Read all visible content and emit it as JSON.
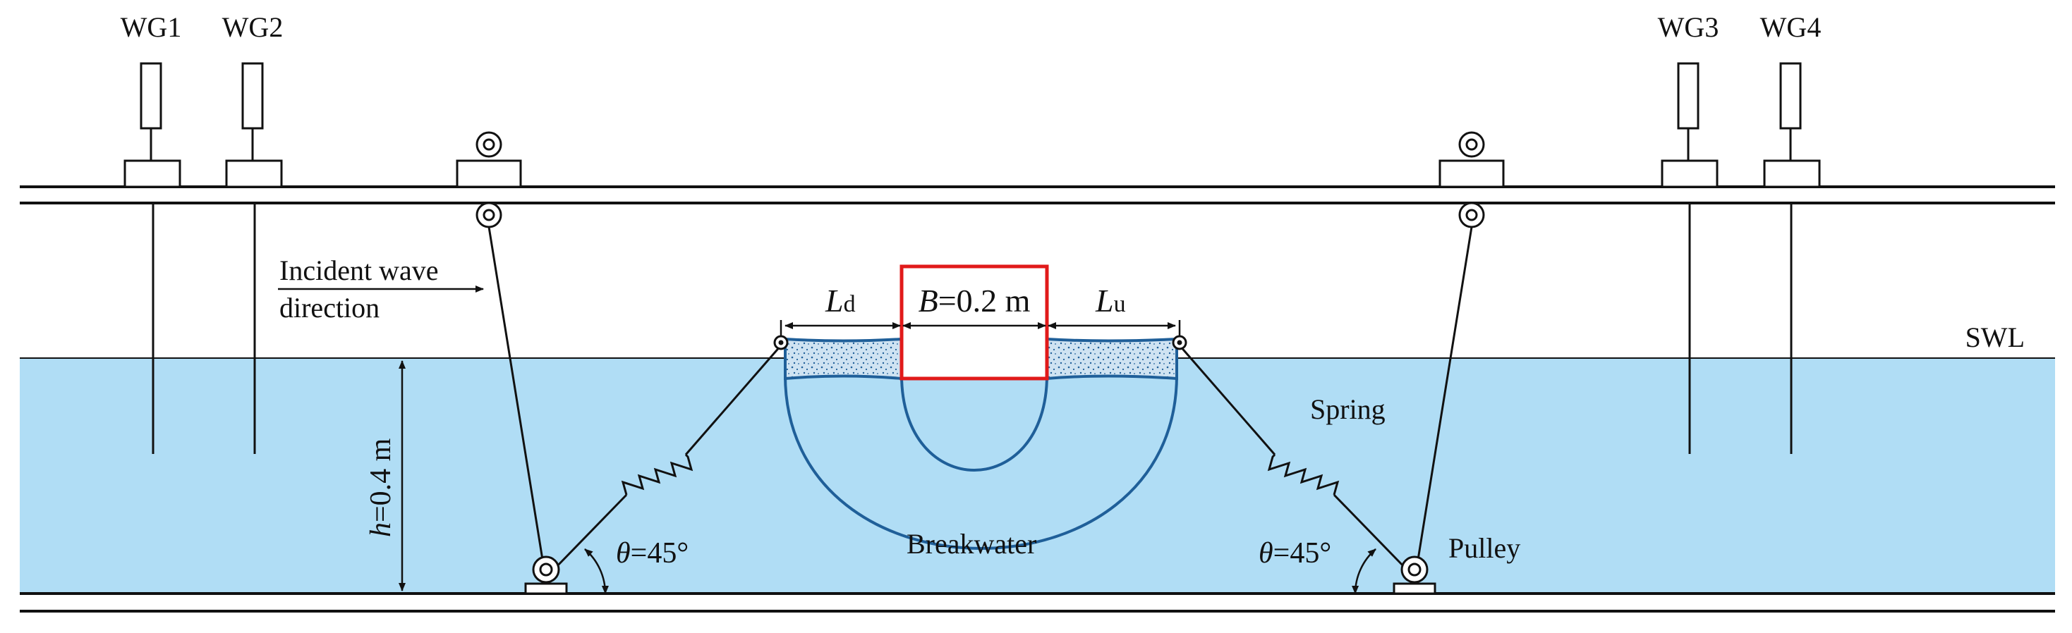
{
  "colors": {
    "water": "#b0ddf5",
    "line": "#111111",
    "breakwater": "#1f5f99",
    "highlight": "#e11a1a",
    "porous_fill": "#cfe3f2"
  },
  "gauges": [
    {
      "label": "WG1"
    },
    {
      "label": "WG2"
    },
    {
      "label": "WG3"
    },
    {
      "label": "WG4"
    }
  ],
  "labels": {
    "incident_line1": "Incident wave",
    "incident_line2": "direction",
    "swl": "SWL",
    "spring": "Spring",
    "breakwater": "Breakwater",
    "pulley": "Pulley",
    "depth_h": "h",
    "depth_value": "=0.4 m",
    "theta_symbol": "θ",
    "theta_value": "=45°",
    "ld_main": "L",
    "ld_sub": "d",
    "lu_main": "L",
    "lu_sub": "u",
    "b_symbol": "B",
    "b_value": "=0.2 m"
  }
}
